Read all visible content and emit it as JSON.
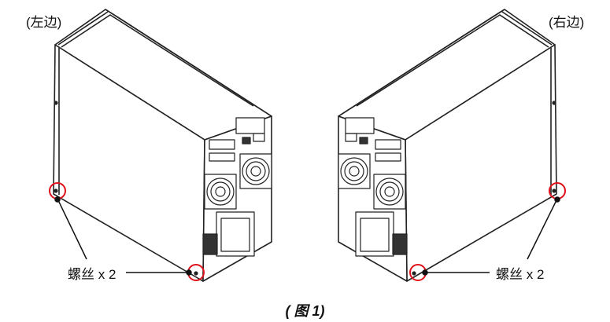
{
  "labels": {
    "left_side": "(左边)",
    "right_side": "(右边)",
    "screw_left": "螺丝 x 2",
    "screw_right": "螺丝 x 2"
  },
  "caption": "( 图 1)",
  "colors": {
    "outline": "#222222",
    "highlight": "#e0101a",
    "panel": "#ffffff"
  }
}
